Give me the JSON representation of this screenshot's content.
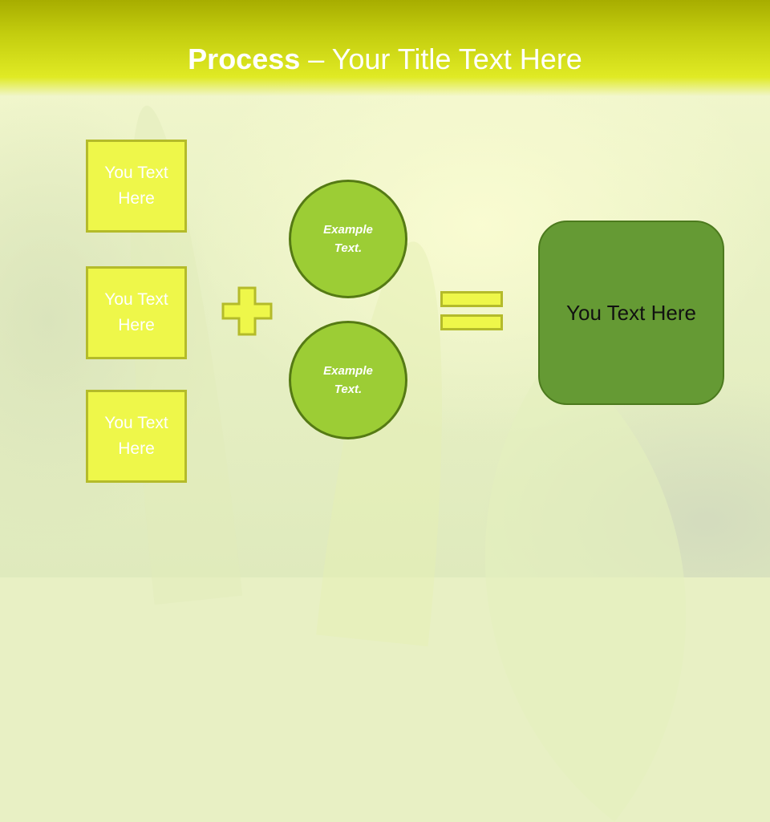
{
  "slide": {
    "title_bold": "Process",
    "title_rest": " – Your Title Text Here"
  },
  "inputs": [
    {
      "label": "You Text Here"
    },
    {
      "label": "You Text Here"
    },
    {
      "label": "You Text Here"
    }
  ],
  "operators": {
    "plus": "plus-icon",
    "equals": "equals-icon"
  },
  "circles": [
    {
      "label": "Example Text."
    },
    {
      "label": "Example Text."
    }
  ],
  "result": {
    "label": "You Text Here"
  },
  "colors": {
    "header_top": "#a7ad00",
    "header_bottom": "#e0ea24",
    "box_fill": "#eef74a",
    "box_border": "#b4bb2a",
    "circle_fill": "#9ccd35",
    "circle_border": "#557a14",
    "result_fill": "#659a34",
    "result_border": "#4c7a1e"
  }
}
